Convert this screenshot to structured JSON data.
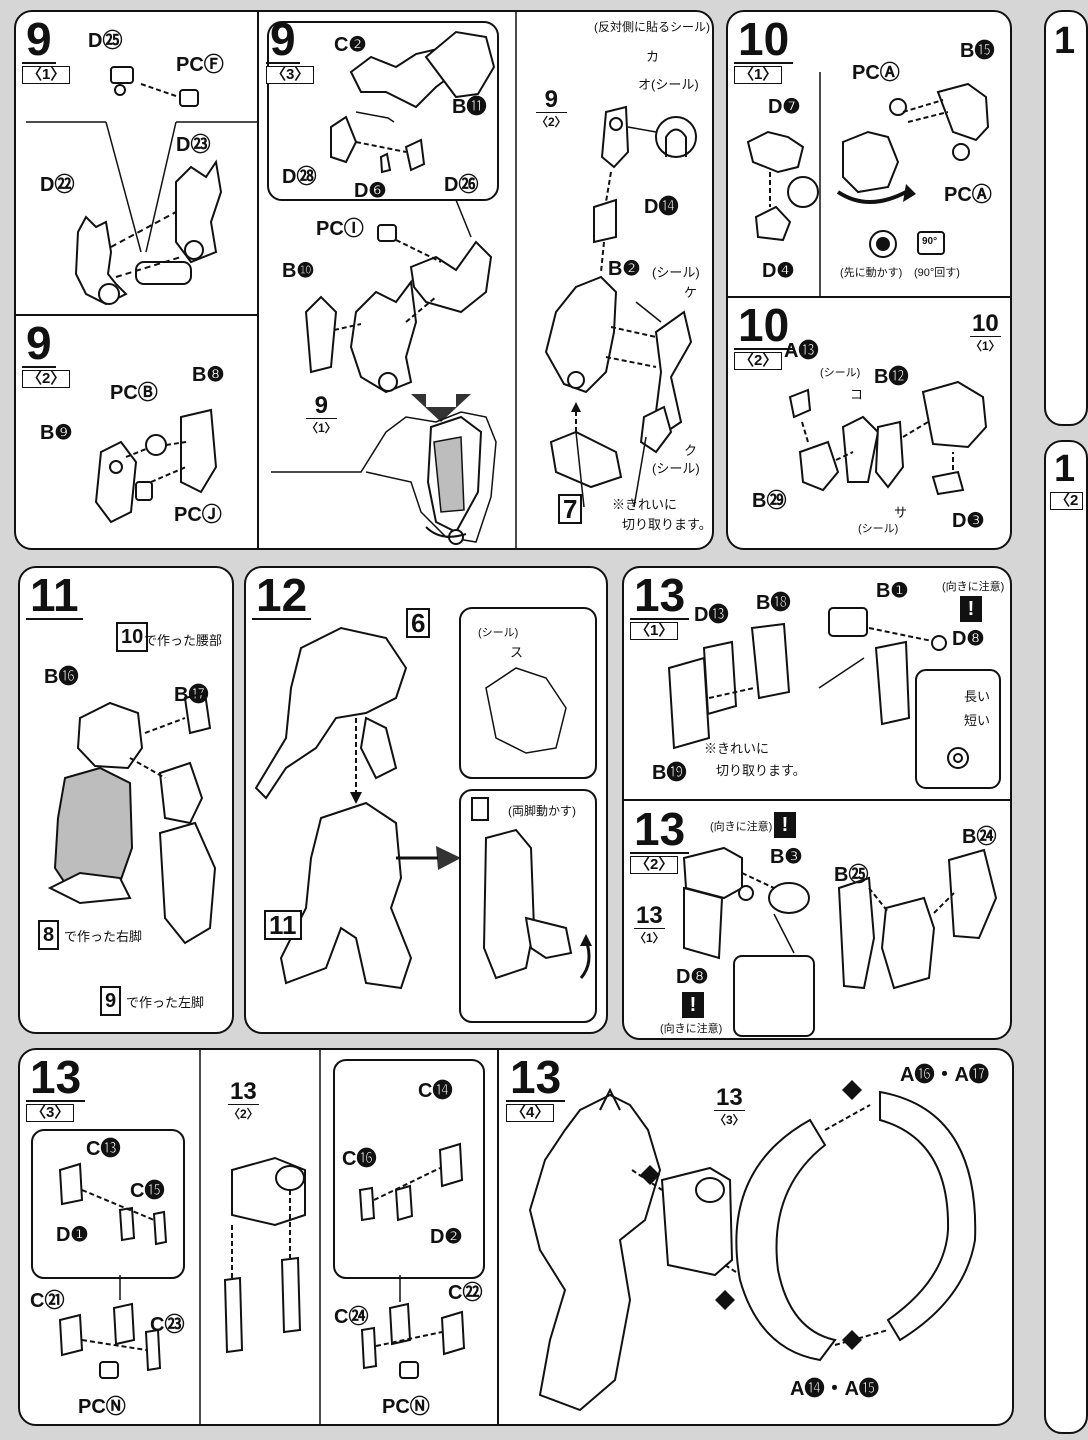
{
  "steps": {
    "s9_1": {
      "num": "9",
      "sub": "〈1〉",
      "parts": [
        "D㉕",
        "PCⒻ",
        "D㉓",
        "D㉒"
      ]
    },
    "s9_2": {
      "num": "9",
      "sub": "〈2〉",
      "parts": [
        "PCⒷ",
        "B❽",
        "B❾",
        "PCⒿ"
      ]
    },
    "s9_3": {
      "num": "9",
      "sub": "〈3〉",
      "parts": [
        "C❷",
        "B⓫",
        "D㉘",
        "D❻",
        "D㉖",
        "PCⒾ",
        "B❿"
      ],
      "ref": "9",
      "ref_sub": "〈1〉"
    },
    "s9_4": {
      "sticker_note": "(反対側に貼るシール)",
      "sticker1": "カ",
      "sticker2": "オ(シール)",
      "ref": "9",
      "ref_sub": "〈2〉",
      "parts": [
        "D⓮",
        "B❷",
        "(シール)",
        "ケ",
        "ク",
        "(シール)"
      ],
      "ref7": "7",
      "cut_note1": "※きれいに",
      "cut_note2": "切り取ります。"
    },
    "s10_1": {
      "num": "10",
      "sub": "〈1〉",
      "parts": [
        "D❼",
        "PCⒶ",
        "B⓯",
        "PCⒶ",
        "D❹"
      ],
      "move_note": "(先に動かす)",
      "rotate_note": "(90°回す)",
      "deg": "90°"
    },
    "s10_2": {
      "num": "10",
      "sub": "〈2〉",
      "parts": [
        "A⓭",
        "(シール)",
        "コ",
        "B⓬",
        "B㉙",
        "サ",
        "(シール)",
        "D❸"
      ],
      "ref": "10",
      "ref_sub": "〈1〉"
    },
    "s11": {
      "num": "11",
      "ref10": "10",
      "ref10_text": "で作った腰部",
      "parts": [
        "B⓰",
        "B⓱"
      ],
      "ref8": "8",
      "ref8_text": "で作った右脚",
      "ref9": "9",
      "ref9_text": "で作った左脚"
    },
    "s12": {
      "num": "12",
      "ref6": "6",
      "ref11": "11",
      "sticker_label": "(シール)",
      "sticker": "ス",
      "move_note": "(両脚動かす)"
    },
    "s13_1": {
      "num": "13",
      "sub": "〈1〉",
      "parts": [
        "D⓭",
        "B⓲",
        "B⓳",
        "B❶",
        "D❽"
      ],
      "cut_note1": "※きれいに",
      "cut_note2": "切り取ります。",
      "warn_note": "(向きに注意)",
      "long": "長い",
      "short": "短い"
    },
    "s13_2": {
      "num": "13",
      "sub": "〈2〉",
      "warn_note": "(向きに注意)",
      "parts": [
        "B❸",
        "D❽",
        "B㉕",
        "B㉔"
      ],
      "ref": "13",
      "ref_sub": "〈1〉",
      "warn_note2": "(向きに注意)"
    },
    "s13_3": {
      "num": "13",
      "sub": "〈3〉",
      "parts": [
        "C⓭",
        "C⓯",
        "D❶",
        "C㉑",
        "C㉓",
        "PCⓃ",
        "C⓮",
        "C⓰",
        "D❷",
        "C㉔",
        "C㉒",
        "PCⓃ"
      ],
      "ref": "13",
      "ref_sub": "〈2〉"
    },
    "s13_4": {
      "num": "13",
      "sub": "〈4〉",
      "parts": [
        "A⓰・A⓱",
        "A⓮・A⓯"
      ],
      "ref": "13",
      "ref_sub": "〈3〉",
      "markers": [
        "❶",
        "❷",
        "❸",
        "❶"
      ]
    },
    "next_num": "1",
    "next_sub": "〈2"
  }
}
